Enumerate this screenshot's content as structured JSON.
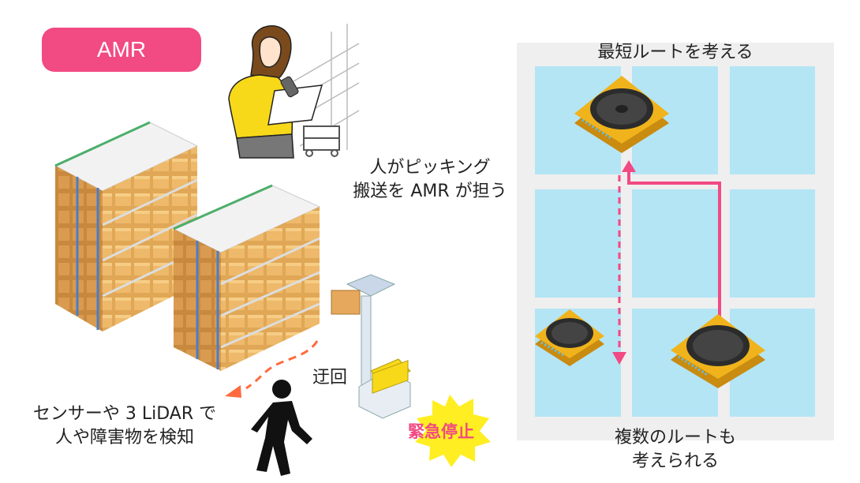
{
  "badge": {
    "label": "AMR"
  },
  "left_text": {
    "picking_line1": "人がピッキング",
    "picking_line2": "搬送を AMR が担う",
    "detour": "迂回",
    "sensor_line1": "センサーや 3 LiDAR で",
    "sensor_line2": "人や障害物を検知",
    "emergency": "緊急停止"
  },
  "map": {
    "title": "最短ルートを考える",
    "caption_line1": "複数のルートも",
    "caption_line2": "考えられる"
  },
  "colors": {
    "accent": "#f24a83",
    "grid_tile": "#b3e5f5",
    "grid_bg": "#efefef",
    "robot_body": "#f0b31c",
    "emergency_burst": "#ffee22"
  }
}
